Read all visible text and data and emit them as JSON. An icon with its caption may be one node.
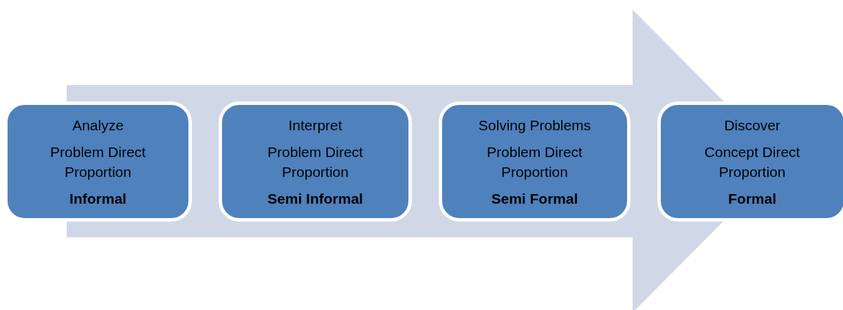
{
  "diagram": {
    "nodes": [
      {
        "text": [
          "Analyze",
          "Problem Direct Proportion",
          "Informal"
        ]
      },
      {
        "text": [
          "Interpret",
          "Problem Direct Proportion",
          "Semi Informal"
        ]
      },
      {
        "text": [
          "Solving Problems",
          "Problem Direct Proportion",
          "Semi Formal"
        ]
      },
      {
        "text": [
          "Discover",
          "Concept Direct Proportion",
          "Formal"
        ]
      }
    ],
    "edges": [
      {
        "from": 0,
        "to": 3,
        "arrow": "to",
        "style": "thick"
      }
    ]
  }
}
